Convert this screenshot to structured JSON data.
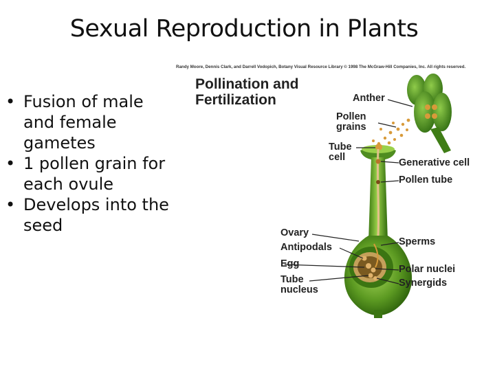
{
  "slide": {
    "title": "Sexual Reproduction in Plants",
    "bullets": [
      "Fusion of male and female gametes",
      "1 pollen grain for each ovule",
      "Develops into the seed"
    ]
  },
  "figure": {
    "credit": "Randy Moore, Dennis Clark, and Darrell Vodopich, Botany Visual Resource Library © 1998 The McGraw-Hill Companies, Inc. All rights reserved.",
    "title_line1": "Pollination and",
    "title_line2": "Fertilization",
    "labels": {
      "anther": "Anther",
      "pollen_grains_1": "Pollen",
      "pollen_grains_2": "grains",
      "tube_cell_1": "Tube",
      "tube_cell_2": "cell",
      "generative_cell": "Generative cell",
      "pollen_tube": "Pollen tube",
      "ovary": "Ovary",
      "antipodals": "Antipodals",
      "egg": "Egg",
      "tube_nucleus_1": "Tube",
      "tube_nucleus_2": "nucleus",
      "sperms": "Sperms",
      "polar_nuclei": "Polar nuclei",
      "synergids": "Synergids"
    }
  },
  "colors": {
    "plant_green": "#4a8a1e",
    "light_green": "#8cc63f",
    "pollen": "#d89a3a"
  }
}
